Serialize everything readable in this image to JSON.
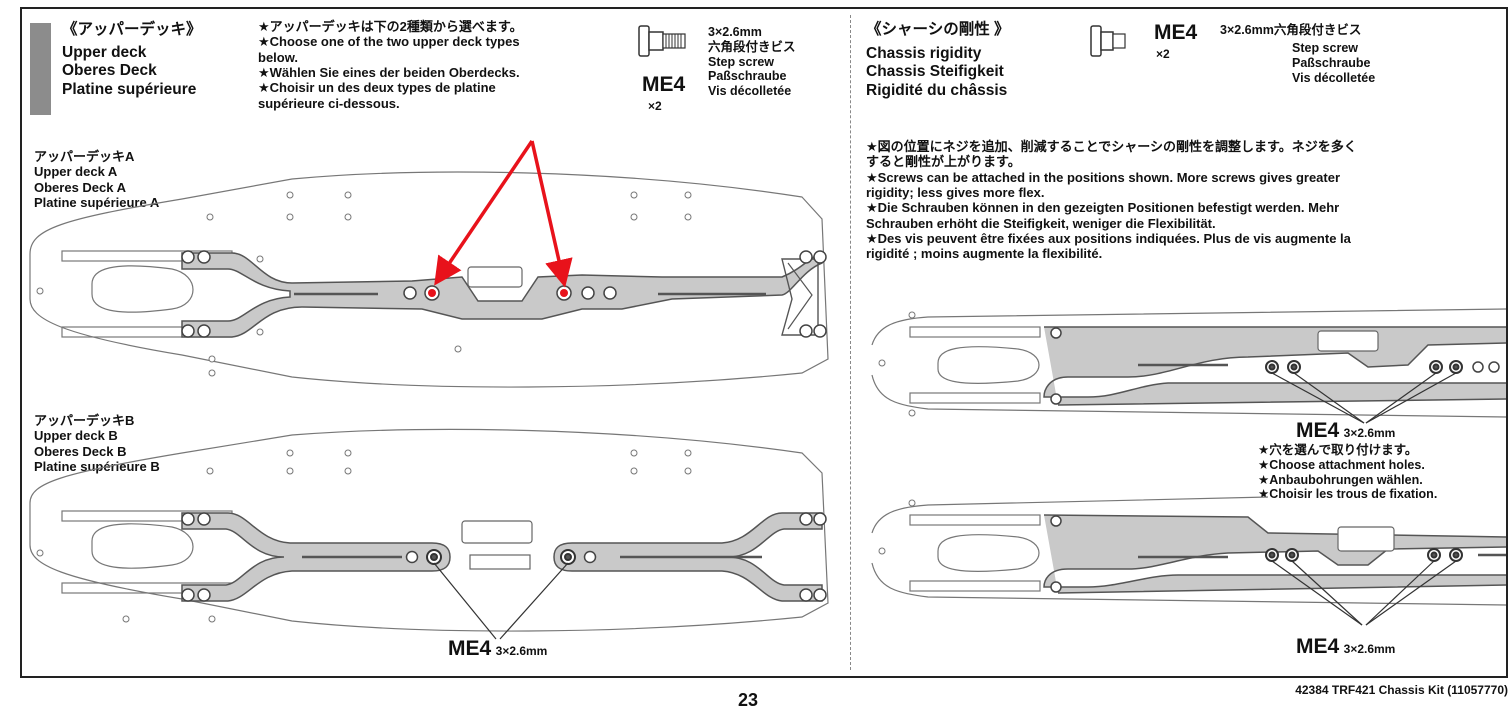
{
  "left_header": {
    "title_jp": "《アッパーデッキ》",
    "title_lines": [
      "Upper deck",
      "Oberes Deck",
      "Platine supérieure"
    ]
  },
  "choose_note": [
    "★アッパーデッキは下の2種類から選べます。",
    "★Choose one of the two upper deck types",
    "below.",
    "★Wählen Sie eines der beiden Oberdecks.",
    "★Choisir un des deux types de platine",
    "supérieure ci-dessous."
  ],
  "screw_top": {
    "code": "ME4",
    "qty": "×2",
    "lines": [
      "3×2.6mm",
      "六角段付きビス",
      "Step screw",
      "Paßschraube",
      "Vis décolletée"
    ]
  },
  "deck_a": {
    "lines": [
      "アッパーデッキA",
      "Upper deck A",
      "Oberes Deck A",
      "Platine supérieure A"
    ]
  },
  "deck_b": {
    "lines": [
      "アッパーデッキB",
      "Upper deck B",
      "Oberes Deck B",
      "Platine supérieure B"
    ],
    "callout_code": "ME4",
    "callout_size": "3×2.6mm"
  },
  "right_header": {
    "title_jp": "《シャーシの剛性 》",
    "title_lines": [
      "Chassis rigidity",
      "Chassis Steifigkeit",
      "Rigidité du châssis"
    ]
  },
  "screw_right": {
    "code": "ME4",
    "qty": "×2",
    "size_jp": "3×2.6mm六角段付きビス",
    "lines": [
      "Step screw",
      "Paßschraube",
      "Vis décolletée"
    ]
  },
  "rigidity_note": [
    "★図の位置にネジを追加、削減することでシャーシの剛性を調整します。ネジを多く",
    "すると剛性が上がります。",
    "★Screws can be attached in the positions shown. More screws gives greater",
    "rigidity; less gives more flex.",
    "★Die Schrauben können in den gezeigten Positionen befestigt werden. Mehr",
    "Schrauben erhöht die Steifigkeit, weniger die Flexibilität.",
    "★Des vis peuvent être fixées aux positions indiquées. Plus de vis augmente la",
    "rigidité ; moins augmente la flexibilité."
  ],
  "right_callout_mid": {
    "code": "ME4",
    "size": "3×2.6mm",
    "lines": [
      "★穴を選んで取り付けます。",
      "★Choose attachment holes.",
      "★Anbaubohrungen wählen.",
      "★Choisir les trous de fixation."
    ]
  },
  "right_callout_bottom": {
    "code": "ME4",
    "size": "3×2.6mm"
  },
  "footer": {
    "page_number": "23",
    "kit": "42384  TRF421 Chassis Kit (11057770)"
  },
  "colors": {
    "highlight": "#e8121b",
    "part_fill": "#c9c9c9",
    "outline": "#555555",
    "frame": "#222222"
  }
}
